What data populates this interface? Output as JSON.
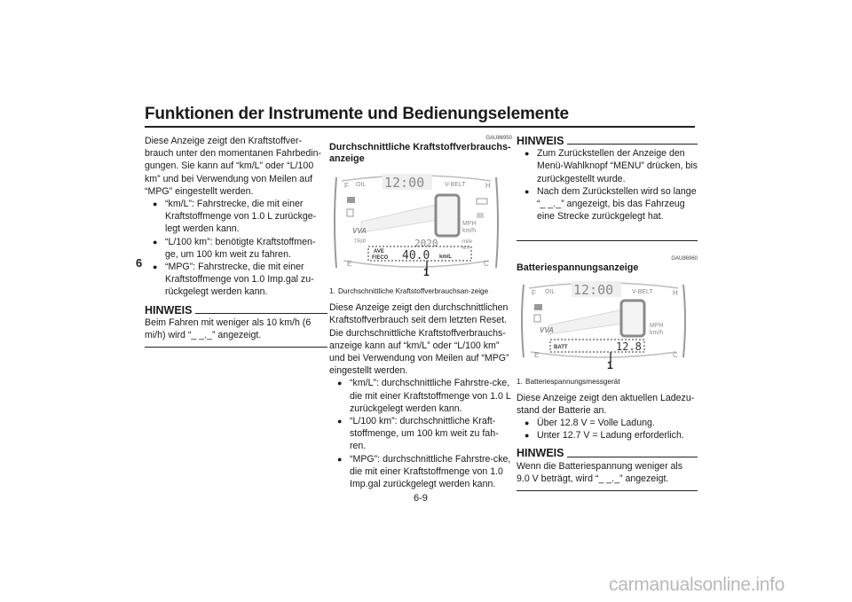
{
  "header": {
    "title": "Funktionen der Instrumente und Bedienungselemente"
  },
  "chapter_tab": "6",
  "page_number": "6-9",
  "col1": {
    "intro": "Diese Anzeige zeigt den Kraftstoffver-brauch unter den momentanen Fahrbedin-gungen. Sie kann auf “km/L” oder “L/100 km” und bei Verwendung von Meilen auf “MPG” eingestellt werden.",
    "bullets": [
      "“km/L”: Fahrstrecke, die mit einer Kraftstoffmenge von 1.0 L zurückge-legt werden kann.",
      "“L/100 km”: benötigte Kraftstoffmen-ge, um 100 km weit zu fahren.",
      "“MPG”: Fahrstrecke, die mit einer Kraftstoffmenge von 1.0 Imp.gal zu-rückgelegt werden kann."
    ],
    "hinweis_label": "HINWEIS",
    "hinweis_text": "Beim Fahren mit weniger als 10 km/h (6 mi/h) wird “_ _._” angezeigt."
  },
  "col2": {
    "code": "GAU86950",
    "heading": "Durchschnittliche Kraftstoffverbrauchs-anzeige",
    "figure": {
      "oil": "OIL",
      "clock": "12:00",
      "vbelt": "V-BELT",
      "f": "F",
      "h": "H",
      "e": "E",
      "c": "C",
      "mph": "MPH",
      "kmh": "km/h",
      "odo": "2020",
      "mile": "mile",
      "km": "km",
      "trip": "TRIP",
      "ave": "AVE",
      "feco": "F/ECO",
      "value": "40.0",
      "unit": "km/L",
      "vva": "VVA",
      "callout": "1"
    },
    "caption_num": "1.",
    "caption": "Durchschnittliche Kraftstoffverbrauchsan-zeige",
    "body": "Diese Anzeige zeigt den durchschnittlichen Kraftstoffverbrauch seit dem letzten Reset. Die durchschnittliche Kraftstoffverbrauchs-anzeige kann auf “km/L” oder “L/100 km” und bei Verwendung von Meilen auf “MPG” eingestellt werden.",
    "bullets": [
      "“km/L”: durchschnittliche Fahrstre-cke, die mit einer Kraftstoffmenge von 1.0 L zurückgelegt werden kann.",
      "“L/100 km”: durchschnittliche Kraft-stoffmenge, um 100 km weit zu fah-ren.",
      "“MPG”: durchschnittliche Fahrstre-cke, die mit einer Kraftstoffmenge von 1.0 Imp.gal zurückgelegt werden kann."
    ]
  },
  "col3": {
    "hinweis_label": "HINWEIS",
    "hinweis_bullets": [
      "Zum Zurückstellen der Anzeige den Menü-Wahlknopf “MENU” drücken, bis zurückgestellt wurde.",
      "Nach dem Zurückstellen wird so lange “_ _._” angezeigt, bis das Fahrzeug eine Strecke zurückgelegt hat."
    ],
    "code": "GAU86960",
    "heading": "Batteriespannungsanzeige",
    "figure": {
      "oil": "OIL",
      "clock": "12:00",
      "vbelt": "V-BELT",
      "f": "F",
      "h": "H",
      "e": "E",
      "c": "C",
      "mph": "MPH",
      "kmh": "km/h",
      "batt": "BATT",
      "value": "12.8",
      "vva": "VVA",
      "callout": "1"
    },
    "caption_num": "1.",
    "caption": "Batteriespannungsmessgerät",
    "body": "Diese Anzeige zeigt den aktuellen Ladezu-stand der Batterie an.",
    "bullets": [
      "Über 12.8 V = Volle Ladung.",
      "Unter 12.7 V = Ladung erforderlich."
    ],
    "hinweis2_label": "HINWEIS",
    "hinweis2_text": "Wenn die Batteriespannung weniger als 9.0 V beträgt, wird “_ _._” angezeigt."
  },
  "footer": {
    "watermark": "carmanualsonline.info"
  },
  "colors": {
    "text": "#1a1a1a",
    "display_gray": "#8a8a8a",
    "display_light": "#cfcfcf"
  }
}
